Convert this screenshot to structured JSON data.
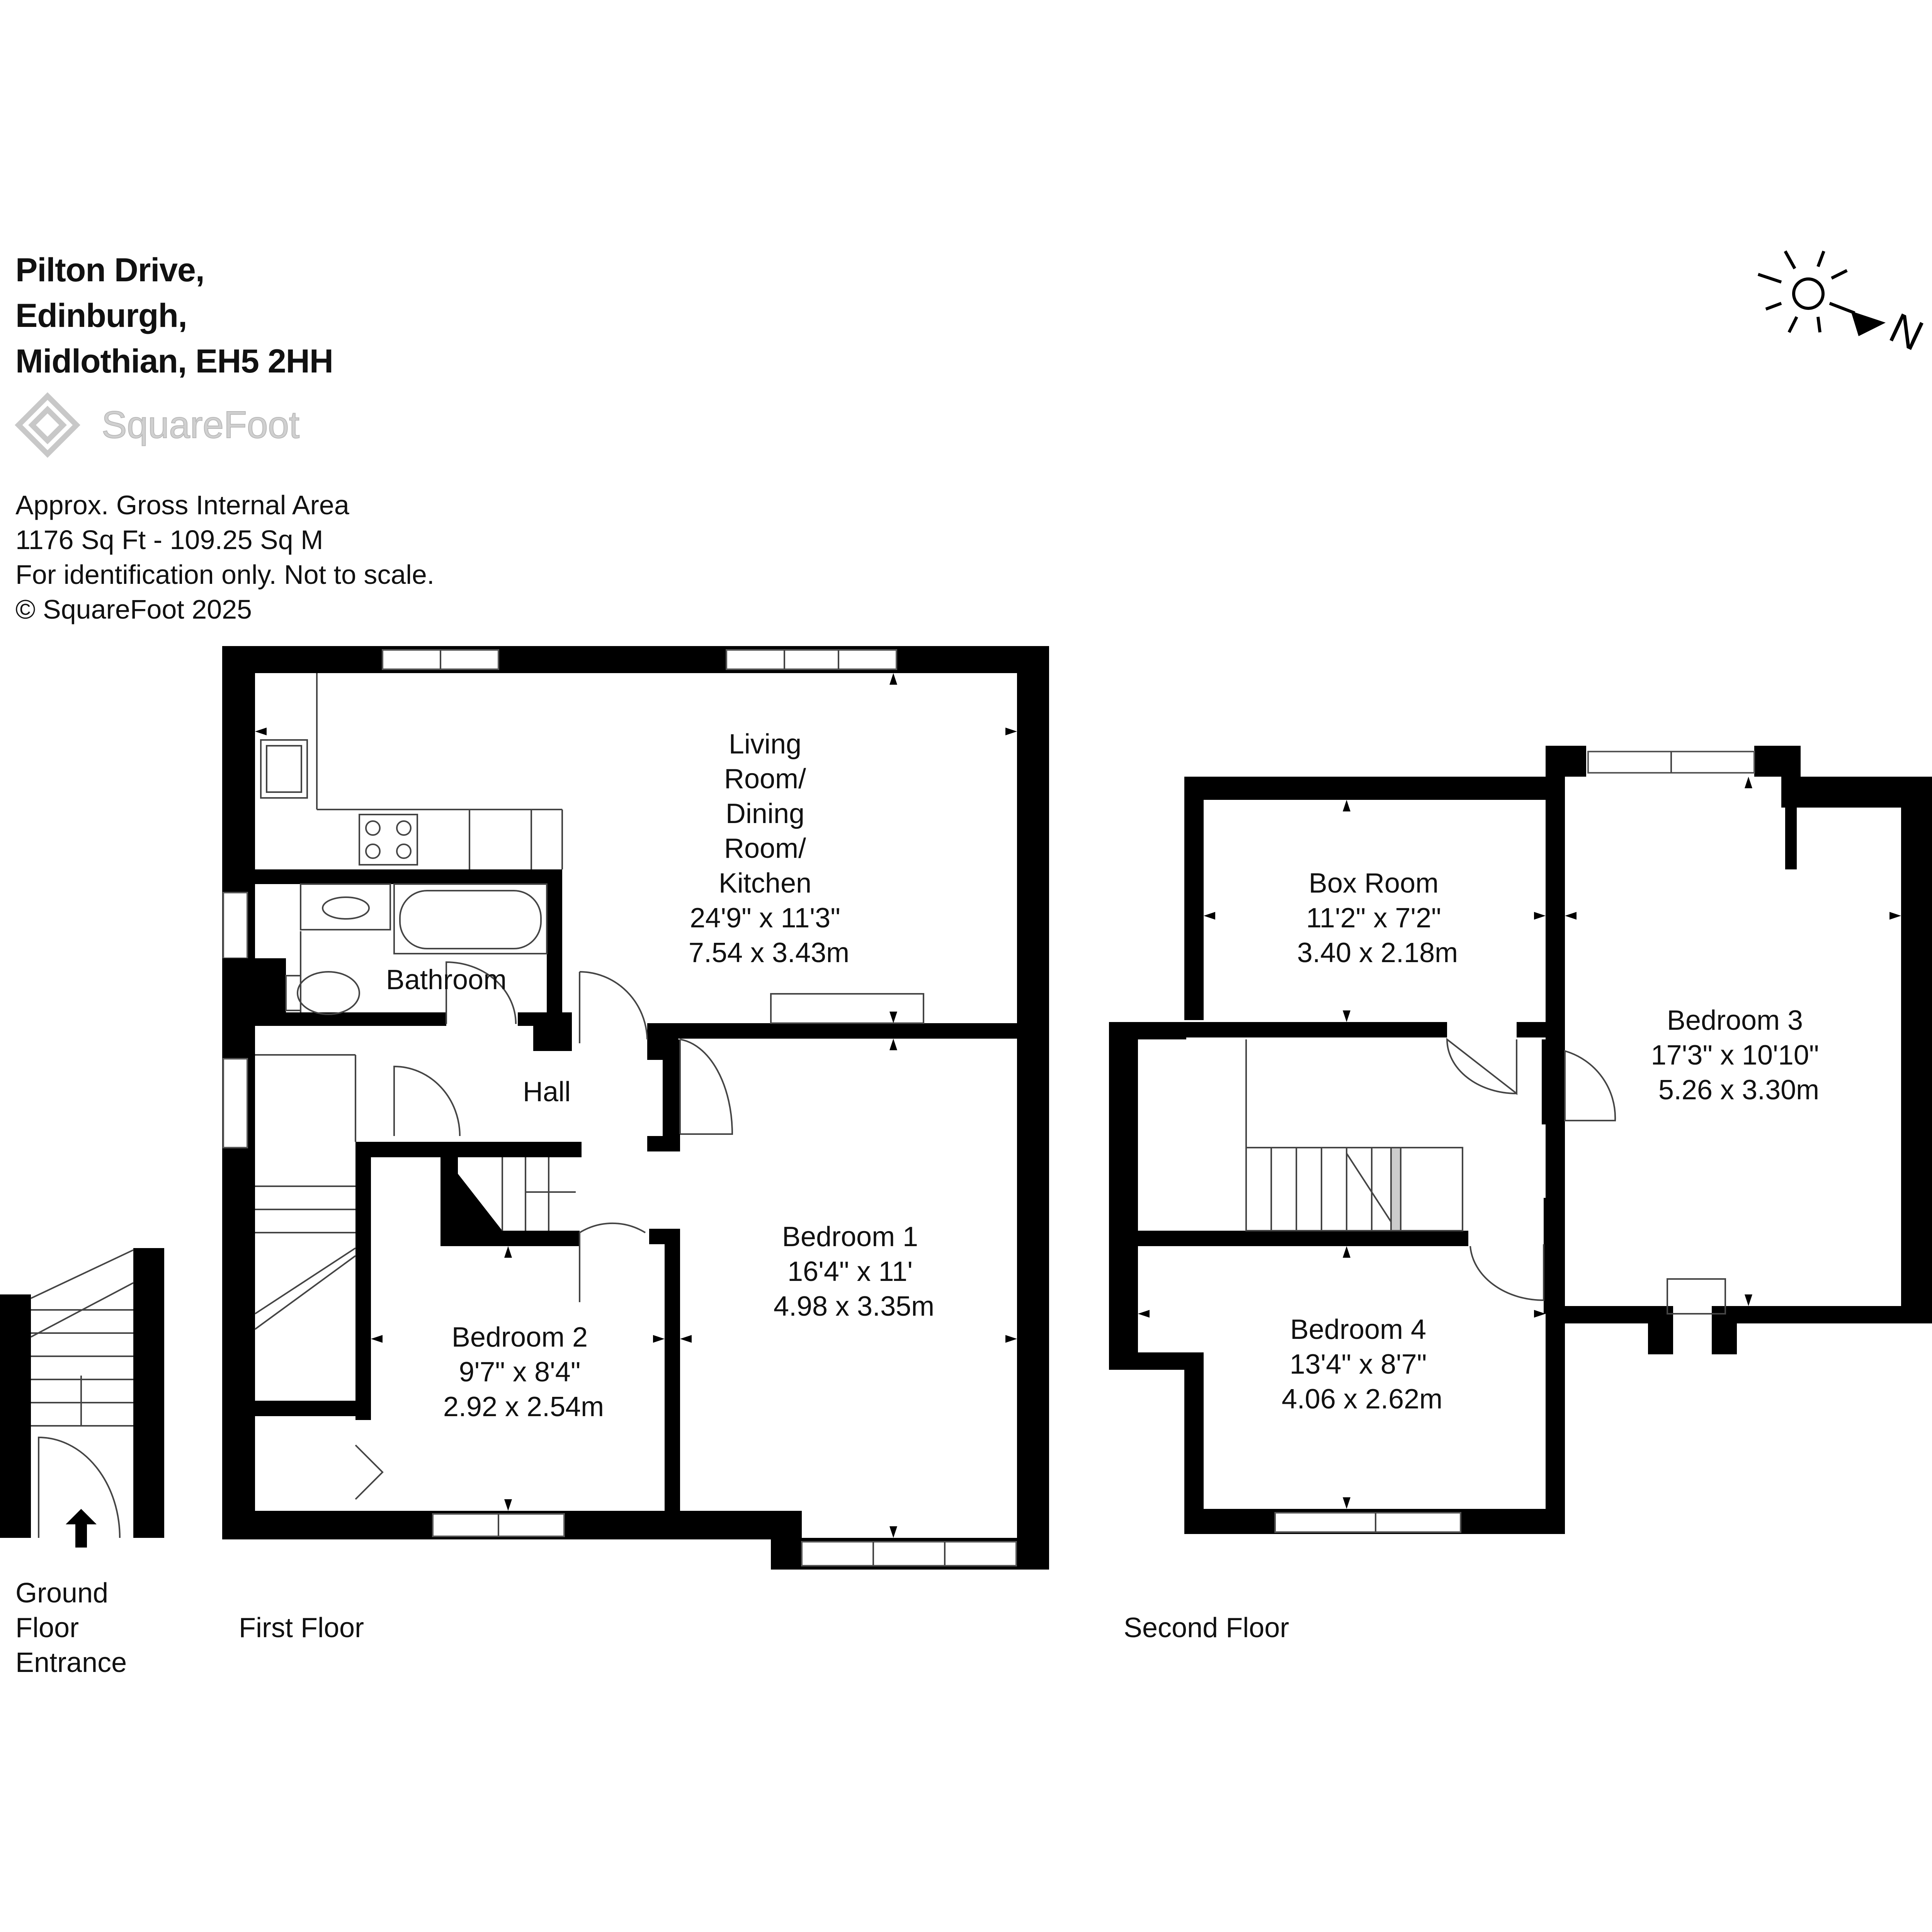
{
  "header": {
    "address": [
      "Pilton Drive,",
      "Edinburgh,",
      "Midlothian, EH5 2HH"
    ],
    "brand": "SquareFoot",
    "info": [
      "Approx. Gross Internal Area",
      "1176 Sq Ft  -  109.25 Sq M",
      "For identification only. Not to scale.",
      "© SquareFoot 2025"
    ]
  },
  "compass": {
    "label": "N",
    "icon": "sun-north-icon"
  },
  "floors": {
    "ground": {
      "label_lines": [
        "Ground",
        "Floor",
        "Entrance"
      ]
    },
    "first": {
      "label": "First Floor"
    },
    "second": {
      "label": "Second Floor"
    }
  },
  "rooms": {
    "living": {
      "lines": [
        "Living",
        "Room/",
        "Dining",
        "Room/",
        "Kitchen",
        "24'9\" x 11'3\"",
        "7.54 x 3.43m"
      ]
    },
    "bathroom": {
      "lines": [
        "Bathroom"
      ]
    },
    "hall": {
      "lines": [
        "Hall"
      ]
    },
    "bedroom1": {
      "lines": [
        "Bedroom 1",
        "16'4\" x 11'",
        "4.98 x 3.35m"
      ]
    },
    "bedroom2": {
      "lines": [
        "Bedroom 2",
        "9'7\" x 8'4\"",
        "2.92 x 2.54m"
      ]
    },
    "boxroom": {
      "lines": [
        "Box Room",
        "11'2\" x 7'2\"",
        "3.40 x 2.18m"
      ]
    },
    "bedroom3": {
      "lines": [
        "Bedroom 3",
        "17'3\" x 10'10\"",
        "5.26 x 3.30m"
      ]
    },
    "bedroom4": {
      "lines": [
        "Bedroom 4",
        "13'4\" x 8'7\"",
        "4.06 x 2.62m"
      ]
    }
  },
  "colors": {
    "wall": "#000000",
    "line": "#444444",
    "logo": "#c8c8c8"
  }
}
